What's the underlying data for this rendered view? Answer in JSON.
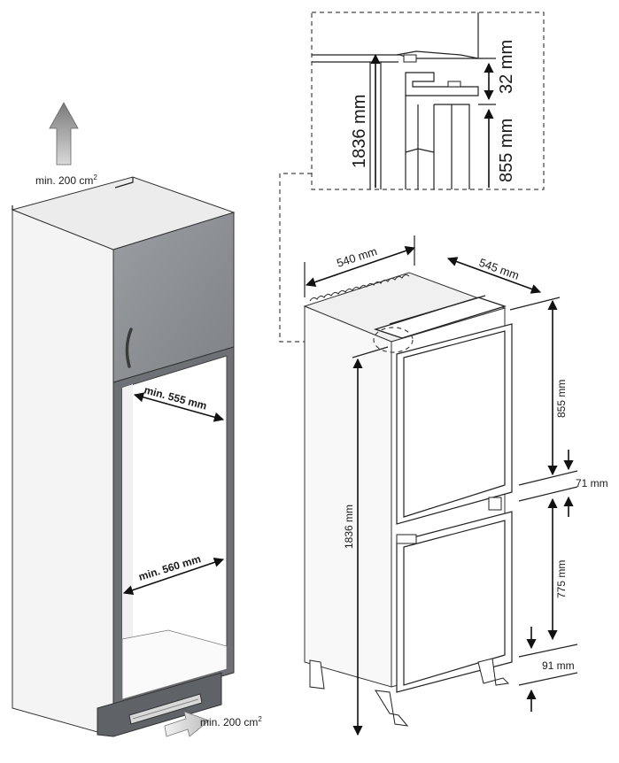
{
  "cabinet": {
    "vent_top_label": "min. 200 cm",
    "vent_bottom_label": "min. 200 cm",
    "superscript": "2",
    "inner_width_label": "min. 555 mm",
    "inner_depth_label": "min. 560 mm",
    "colors": {
      "door": "#8e9195",
      "frame": "#6d7074",
      "side": "#f4f4f4",
      "plinth": "#5f6266"
    }
  },
  "detail": {
    "height_label": "1836 mm",
    "gap_label": "32 mm",
    "upper_label": "855 mm"
  },
  "fridge": {
    "width_label": "540 mm",
    "depth_label": "545 mm",
    "height_label": "1836 mm",
    "upper_door_label": "855 mm",
    "middle_gap_label": "71 mm",
    "lower_door_label": "775 mm",
    "bottom_gap_label": "91 mm"
  }
}
